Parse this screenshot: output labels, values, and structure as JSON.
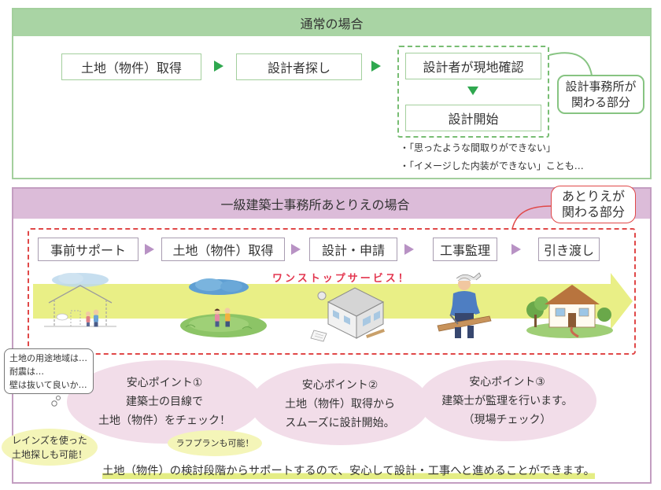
{
  "normal_case": {
    "header": "通常の場合",
    "flow": [
      "土地（物件）取得",
      "設計者探し"
    ],
    "designer_steps": [
      "設計者が現地確認",
      "設計開始"
    ],
    "callout": [
      "設計事務所が",
      "関わる部分"
    ],
    "notes": [
      "・「思ったような間取りができない」",
      "・「イメージした内装ができない」ことも…"
    ]
  },
  "atorie_case": {
    "header": "一級建築士事務所あとりえの場合",
    "callout": [
      "あとりえが",
      "関わる部分"
    ],
    "flow": [
      "事前サポート",
      "土地（物件）取得",
      "設計・申請",
      "工事監理",
      "引き渡し"
    ],
    "banner": "ワンストップサービス！",
    "speech_bubble": [
      "土地の用途地域は…",
      "耐震は…",
      "壁は抜いて良いか…"
    ],
    "points": [
      {
        "title": "安心ポイント①",
        "lines": [
          "建築士の目線で",
          "土地（物件）をチェック！"
        ]
      },
      {
        "title": "安心ポイント②",
        "lines": [
          "土地（物件）取得から",
          "スムーズに設計開始。"
        ]
      },
      {
        "title": "安心ポイント③",
        "lines": [
          "建築士が監理を行います。",
          "（現場チェック）"
        ]
      }
    ],
    "extras": [
      {
        "lines": [
          "レインズを使った",
          "土地探しも可能！"
        ]
      },
      {
        "lines": [
          "ラフプランも可能！"
        ]
      }
    ],
    "summary": "土地（物件）の検討段階からサポートするので、安心して設計・工事へと進めることができます。"
  },
  "icons": {
    "flow_arrow": "triangle-right-icon",
    "flow_down": "triangle-down-icon",
    "illustrations": [
      "house-sketch-family-icon",
      "land-couple-field-icon",
      "house-design-plan-icon",
      "carpenter-worker-icon",
      "finished-house-icon"
    ]
  },
  "colors": {
    "normal_header": "#a9d4a4",
    "normal_border": "#a3cf9d",
    "normal_arrow": "#2fa84f",
    "normal_dashed": "#78bd73",
    "normal_callout": "#87c482",
    "atorie_header": "#dcbcd9",
    "atorie_border": "#c39ec1",
    "atorie_arrow": "#b892c4",
    "atorie_flow_border": "#a89cb0",
    "highlight_red": "#e04848",
    "flow_arrow": "#e9ef86",
    "point_fill": "#f2dde9",
    "extra_fill": "#f4f5b8",
    "banner_text": "#e3364f",
    "summary_underline": "#e4ed84",
    "text": "#333333"
  }
}
